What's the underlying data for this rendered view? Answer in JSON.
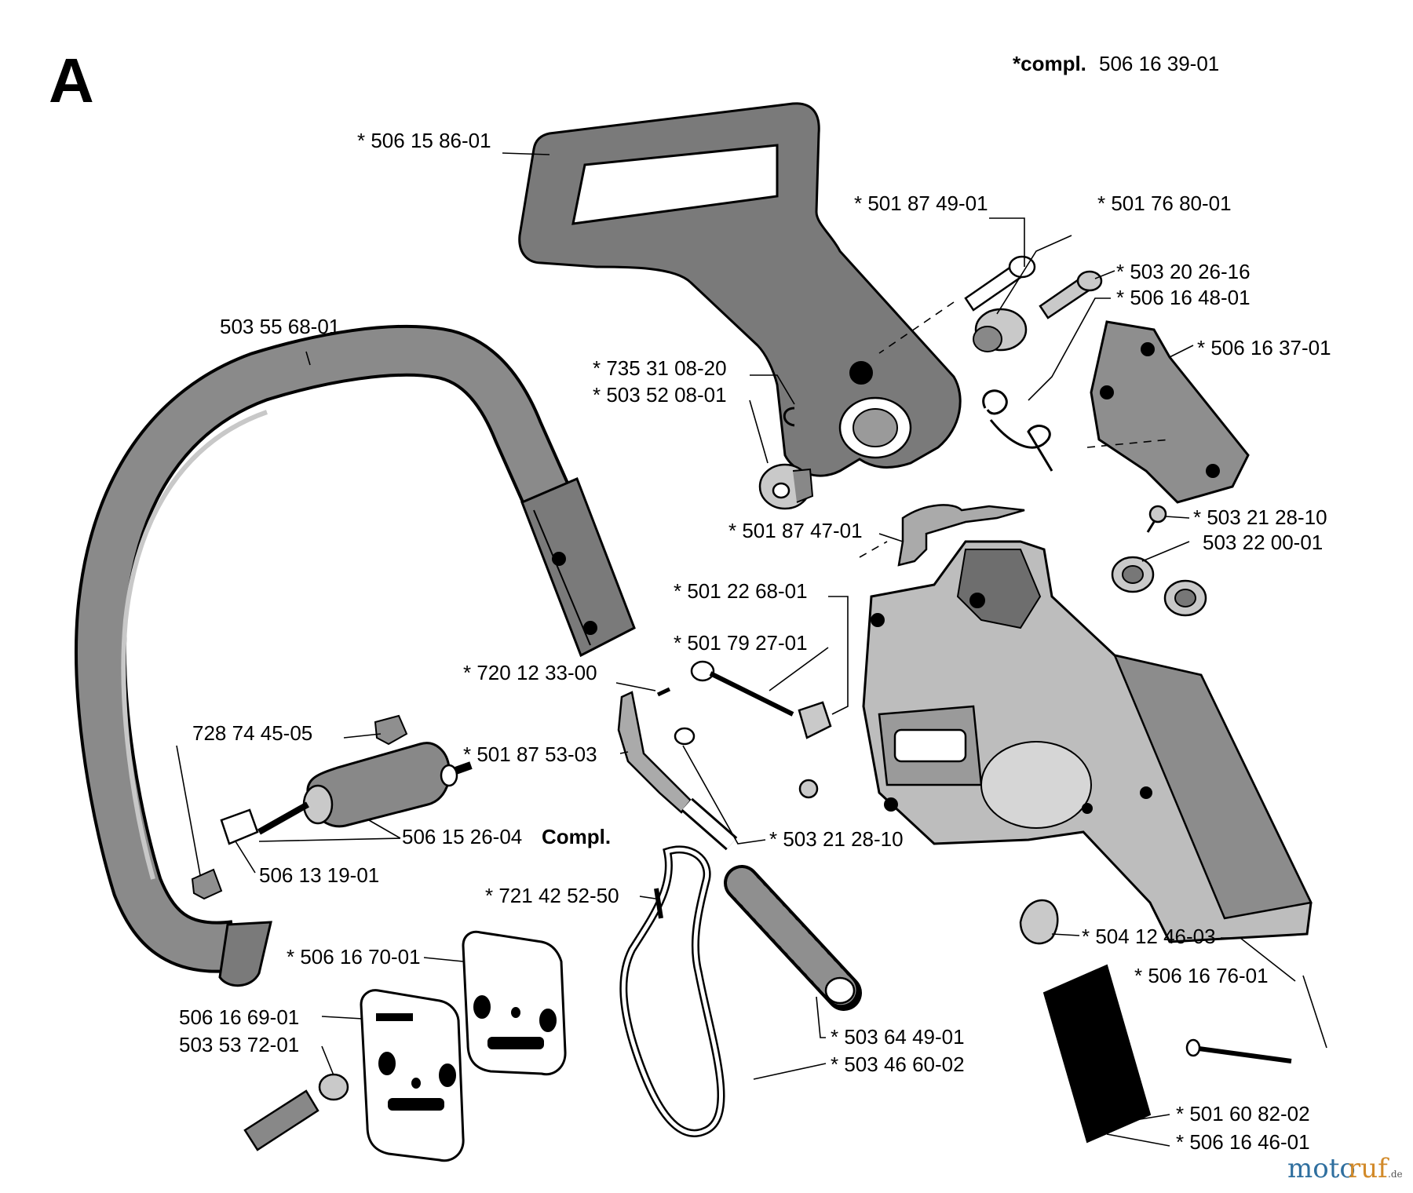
{
  "section_letter": "A",
  "assembly": {
    "prefix": "*compl.",
    "number": "506 16 39-01"
  },
  "labels": {
    "top_handle": "* 506 15 86-01",
    "front_handle": "503 55 68-01",
    "screw_749": "* 501 87 49-01",
    "bushing_7680": "* 501 76 80-01",
    "screw_2026": "* 503 20 26-16",
    "spring_4801": "* 506 16 48-01",
    "cover_3701": "* 506 16 37-01",
    "circlip": "* 735 31 08-20",
    "washer_0801": "* 503 52 08-01",
    "nut_4701": "* 501 87 47-01",
    "screw_2810_a": "* 503 21 28-10",
    "nut_2200": "503 22 00-01",
    "bolt_2268": "* 501 22 68-01",
    "tension_7927": "* 501 79 27-01",
    "pin_1233": "* 720 12 33-00",
    "stop_4505": "728 74 45-05",
    "lever_5303": "* 501 87 53-03",
    "screw_2810_b": "* 503 21 28-10",
    "filter_compl_num": "506 15 26-04",
    "filter_compl_word": "Compl.",
    "nut_1901": "506 13 19-01",
    "pin_5250": "* 721 42 52-50",
    "cap_4603": "* 504 12 46-03",
    "plate_7001": "* 506 16 70-01",
    "plate_6901": "506 16 69-01",
    "screw_7201": "503 53 72-01",
    "rivet_7601": "* 506 16 76-01",
    "spring_4901": "* 503 64 49-01",
    "band_6002": "* 503 46 60-02",
    "rivet_8202": "* 501 60 82-02",
    "pad_4601": "* 506 16 46-01"
  },
  "watermark": {
    "part1": "moto",
    "part2": "ruf",
    "suffix": ".de"
  }
}
